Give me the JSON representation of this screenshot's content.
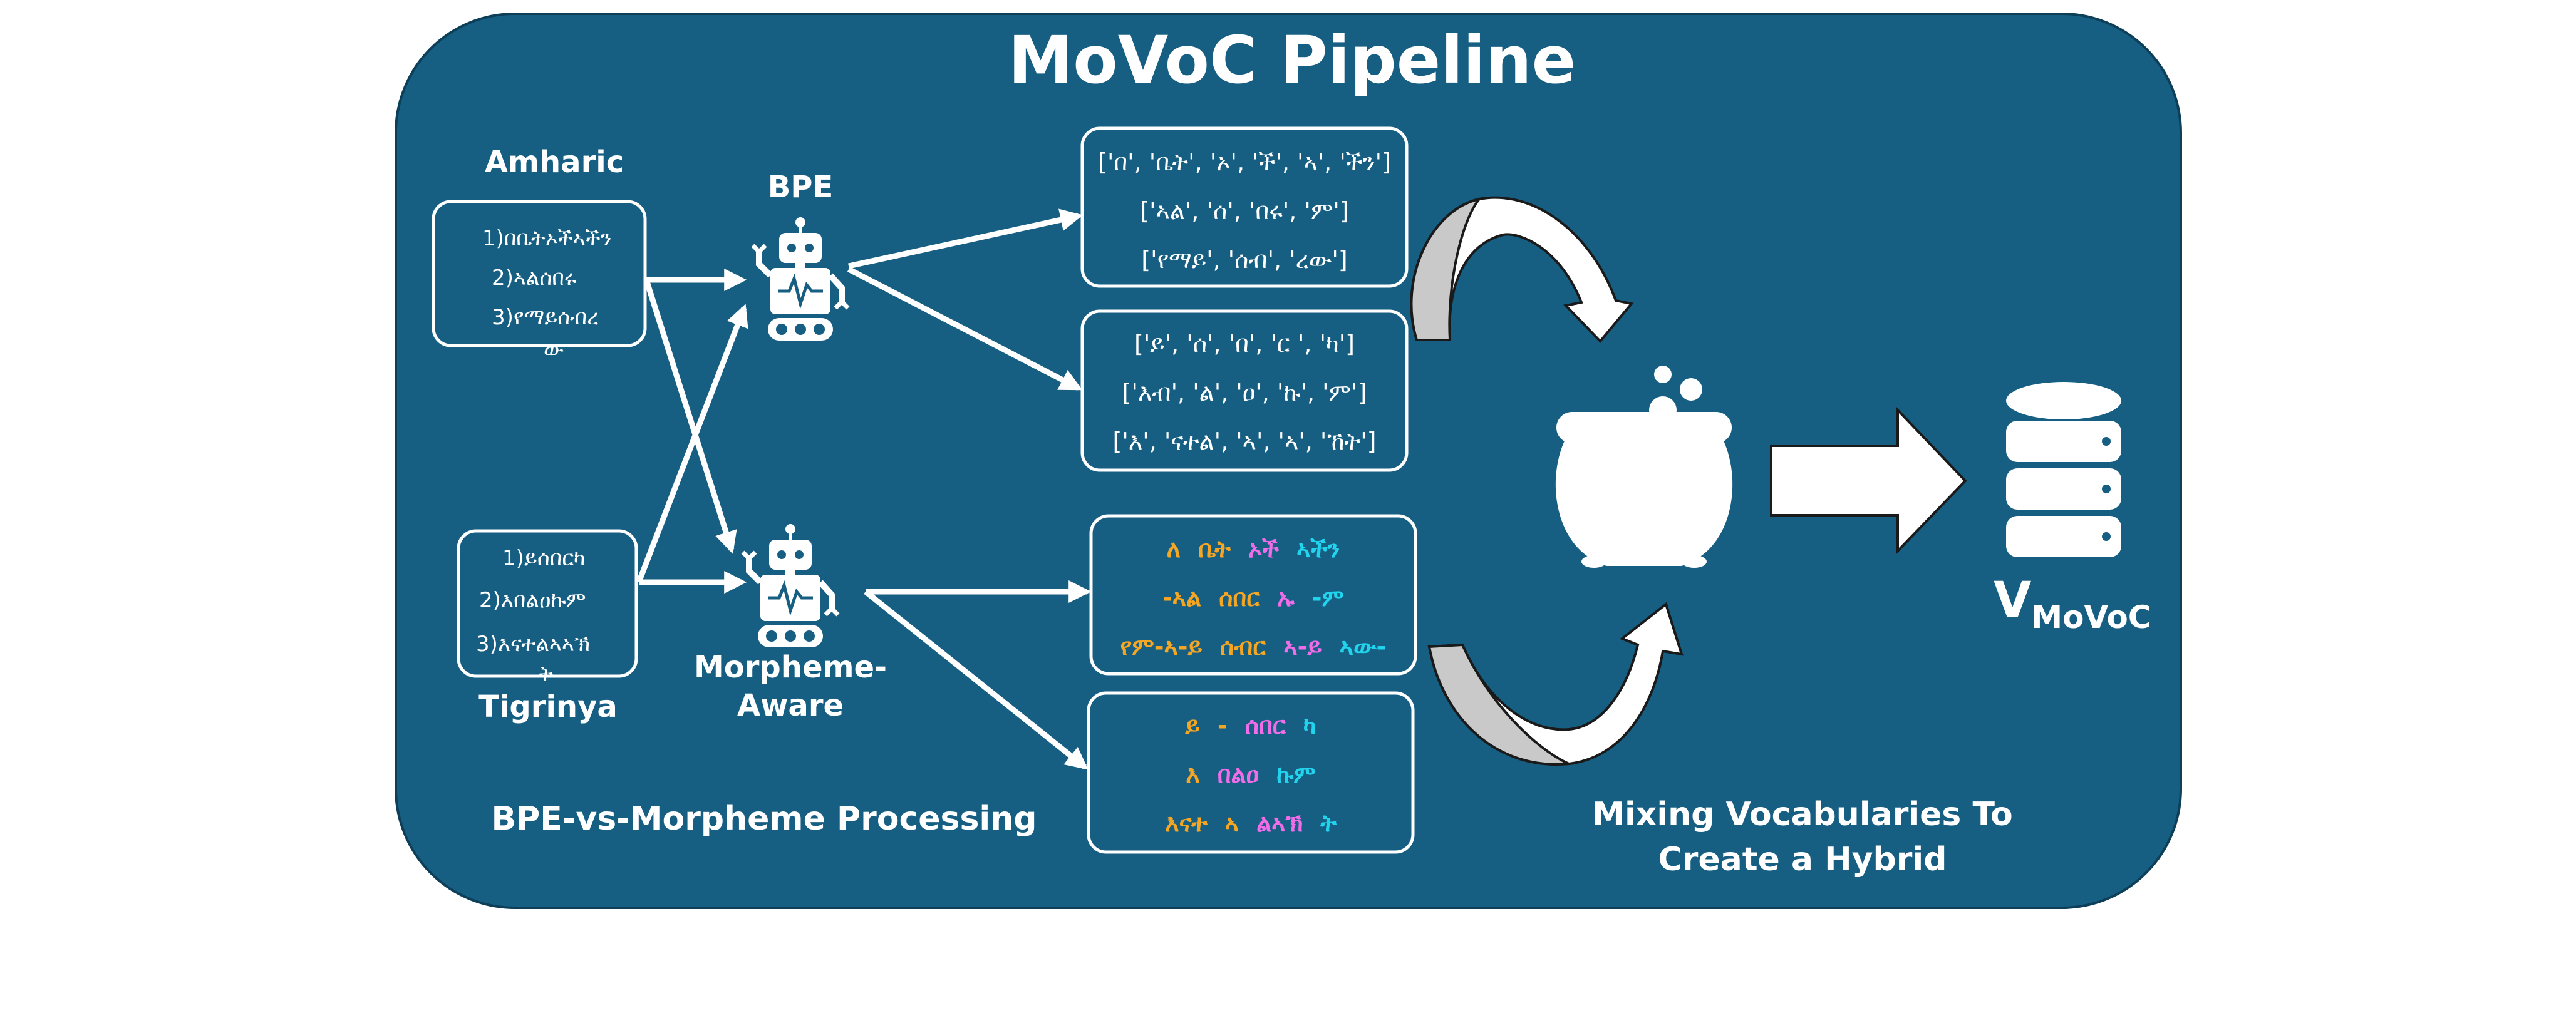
{
  "title": "MoVoC Pipeline",
  "colors": {
    "panel": "#165E82",
    "white": "#FFFFFF",
    "orange": "#F5A623",
    "magenta": "#F06CE8",
    "cyan": "#22D3EE",
    "gray": "#C9C9C9"
  },
  "amharic": {
    "label": "Amharic",
    "lines": [
      "1)በቤትኦችኣችን",
      "2)ኣልሰበሩ",
      "3)የማይሰብረ",
      "ው"
    ]
  },
  "tigrinya": {
    "label": "Tigrinya",
    "lines": [
      "1)ይሰበርካ",
      "2)እበልዐኩም",
      "3)እናተልኣኣኽ",
      "ት"
    ]
  },
  "bpe": {
    "label": "BPE",
    "icon": "robot-icon"
  },
  "morpheme": {
    "label_line1": "Morpheme-",
    "label_line2": "Aware",
    "icon": "robot-icon"
  },
  "bpe_amharic_tokens": [
    "['በ', 'ቤት', 'ኦ', 'ች', 'ኣ', 'ችን']",
    "['ኣል', 'ሰ', 'በሩ', 'ም']",
    "['የማይ', 'ሰብ', 'ረው']"
  ],
  "bpe_tigrinya_tokens": [
    "['ይ', 'ሰ', 'በ', 'ር ', 'ካ']",
    "['እብ', 'ል', 'ዐ', 'ኩ', 'ም']",
    "['እ', 'ናተል', 'ኣ', 'ኣ', 'ኸት']"
  ],
  "morph_amharic_tokens": [
    [
      {
        "t": "ለ",
        "c": "orange"
      },
      {
        "t": "ቤት",
        "c": "orange"
      },
      {
        "t": "ኦች",
        "c": "magenta"
      },
      {
        "t": "ኣችን",
        "c": "cyan"
      }
    ],
    [
      {
        "t": "-ኣል",
        "c": "orange"
      },
      {
        "t": "ሰበር",
        "c": "orange"
      },
      {
        "t": "ኡ",
        "c": "magenta"
      },
      {
        "t": "-ም",
        "c": "cyan"
      }
    ],
    [
      {
        "t": "የም-ኣ-ይ",
        "c": "orange"
      },
      {
        "t": "ሰብር",
        "c": "orange"
      },
      {
        "t": "ኣ-ይ",
        "c": "magenta"
      },
      {
        "t": "ኣው-",
        "c": "cyan"
      }
    ]
  ],
  "morph_tigrinya_tokens": [
    [
      {
        "t": "ይ",
        "c": "orange"
      },
      {
        "t": "-",
        "c": "orange"
      },
      {
        "t": "ሰበር",
        "c": "magenta"
      },
      {
        "t": "ካ",
        "c": "cyan"
      }
    ],
    [
      {
        "t": "እ",
        "c": "orange"
      },
      {
        "t": "በልዐ",
        "c": "magenta"
      },
      {
        "t": "ኩም",
        "c": "cyan"
      }
    ],
    [
      {
        "t": "እናተ",
        "c": "orange"
      },
      {
        "t": "ኣ",
        "c": "orange"
      },
      {
        "t": "ልኣኽ",
        "c": "magenta"
      },
      {
        "t": "ት",
        "c": "cyan"
      }
    ]
  ],
  "section_bpe_vs_morpheme": "BPE-vs-Morpheme Processing",
  "section_mixing_line1": "Mixing Vocabularies To",
  "section_mixing_line2": "Create a Hybrid",
  "cauldron": {
    "icon": "cauldron-icon"
  },
  "database": {
    "icon": "database-icon"
  },
  "output_v": "V",
  "output_sub": "MoVoC"
}
